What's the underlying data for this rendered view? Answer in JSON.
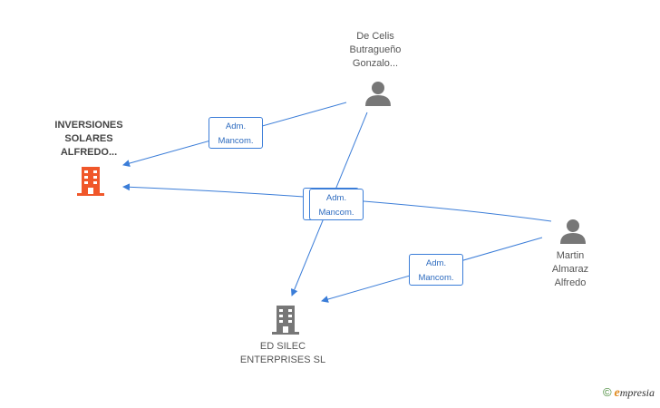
{
  "nodes": {
    "company_main": {
      "lines": [
        "INVERSIONES",
        "SOLARES",
        "ALFREDO..."
      ],
      "icon": "building-icon",
      "color": "#f0572a"
    },
    "company_secondary": {
      "lines": [
        "ED SILEC",
        "ENTERPRISES SL"
      ],
      "icon": "building-icon",
      "color": "#777777"
    },
    "person_top": {
      "lines": [
        "De Celis",
        "Butragueño",
        "Gonzalo..."
      ],
      "icon": "person-icon",
      "color": "#777777"
    },
    "person_right": {
      "lines": [
        "Martin",
        "Almaraz",
        "Alfredo"
      ],
      "icon": "person-icon",
      "color": "#777777"
    }
  },
  "edges": [
    {
      "label": [
        "Adm.",
        "Mancom."
      ]
    },
    {
      "label": [
        "Adm.",
        "Mancom."
      ]
    },
    {
      "label": [
        "Adm.",
        "Mancom."
      ]
    }
  ],
  "colors": {
    "edge": "#3b7dd8"
  },
  "watermark": {
    "symbol": "©",
    "brand_initial": "e",
    "brand_rest": "mpresia"
  }
}
